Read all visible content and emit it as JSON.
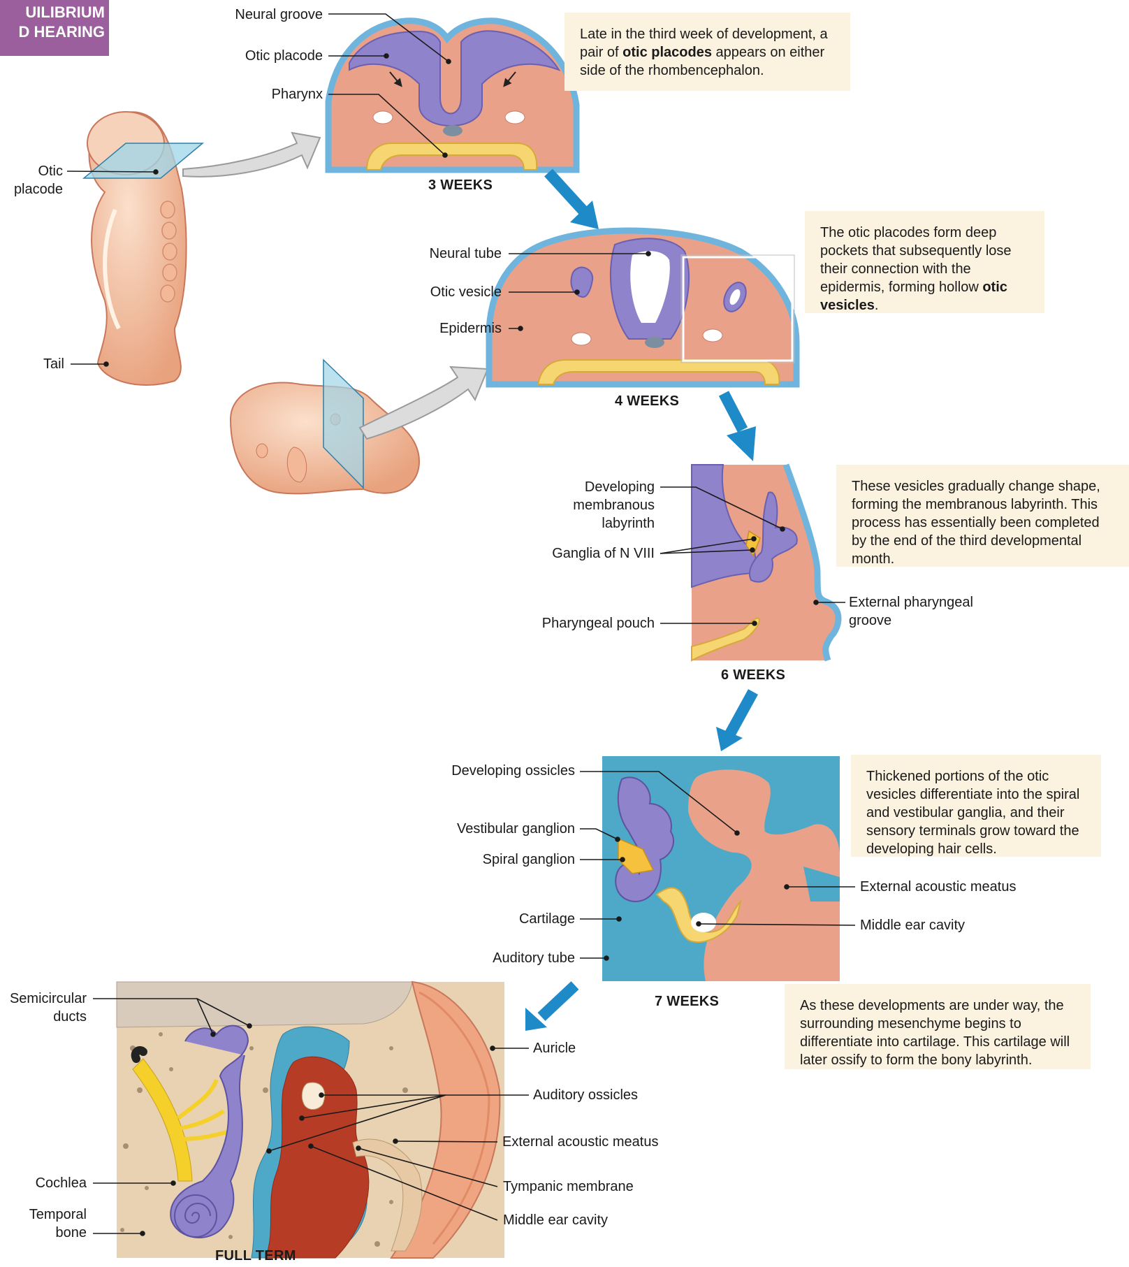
{
  "section_tag": {
    "line1": "UILIBRIUM",
    "line2": "D HEARING"
  },
  "stages": {
    "s3": "3 WEEKS",
    "s4": "4 WEEKS",
    "s6": "6 WEEKS",
    "s7": "7 WEEKS",
    "full": "FULL TERM"
  },
  "notes": {
    "n1": {
      "pre": "Late in the third week of development, a pair of ",
      "bold": "otic placodes",
      "post": " appears on either side of the rhombencephalon."
    },
    "n2": {
      "pre": "The otic placodes form deep pockets that subsequently lose their connection with the epidermis, forming hollow ",
      "bold": "otic vesicles",
      "post": "."
    },
    "n3": "These vesicles gradually change shape, forming the membranous labyrinth. This process has essentially been completed by the end of the third developmental month.",
    "n4": "Thickened portions of the otic vesicles differentiate into the spiral and vestibular ganglia, and their sensory terminals grow toward the developing hair cells.",
    "n5": "As these developments are under way, the surrounding mesenchyme begins to differentiate into cartilage. This cartilage will later ossify to form the bony labyrinth."
  },
  "labels": {
    "neural_groove": "Neural groove",
    "otic_placode_top": "Otic placode",
    "pharynx": "Pharynx",
    "otic_placode_embryo_1": "Otic",
    "otic_placode_embryo_2": "placode",
    "tail": "Tail",
    "neural_tube": "Neural tube",
    "otic_vesicle": "Otic vesicle",
    "epidermis": "Epidermis",
    "dev_membranous_1": "Developing",
    "dev_membranous_2": "membranous",
    "dev_membranous_3": "labyrinth",
    "ganglia_n8": "Ganglia of N VIII",
    "pharyngeal_pouch": "Pharyngeal pouch",
    "ext_pharyngeal_1": "External pharyngeal",
    "ext_pharyngeal_2": "groove",
    "dev_ossicles": "Developing ossicles",
    "vestibular_ganglion": "Vestibular ganglion",
    "spiral_ganglion": "Spiral ganglion",
    "cartilage": "Cartilage",
    "auditory_tube": "Auditory tube",
    "ext_acoustic_7": "External acoustic meatus",
    "middle_ear_7": "Middle ear cavity",
    "semicircular_1": "Semicircular",
    "semicircular_2": "ducts",
    "cochlea": "Cochlea",
    "temporal_1": "Temporal",
    "temporal_2": "bone",
    "auricle": "Auricle",
    "auditory_ossicles": "Auditory ossicles",
    "ext_acoustic_full": "External acoustic meatus",
    "tympanic": "Tympanic membrane",
    "middle_ear_full": "Middle ear cavity"
  }
}
